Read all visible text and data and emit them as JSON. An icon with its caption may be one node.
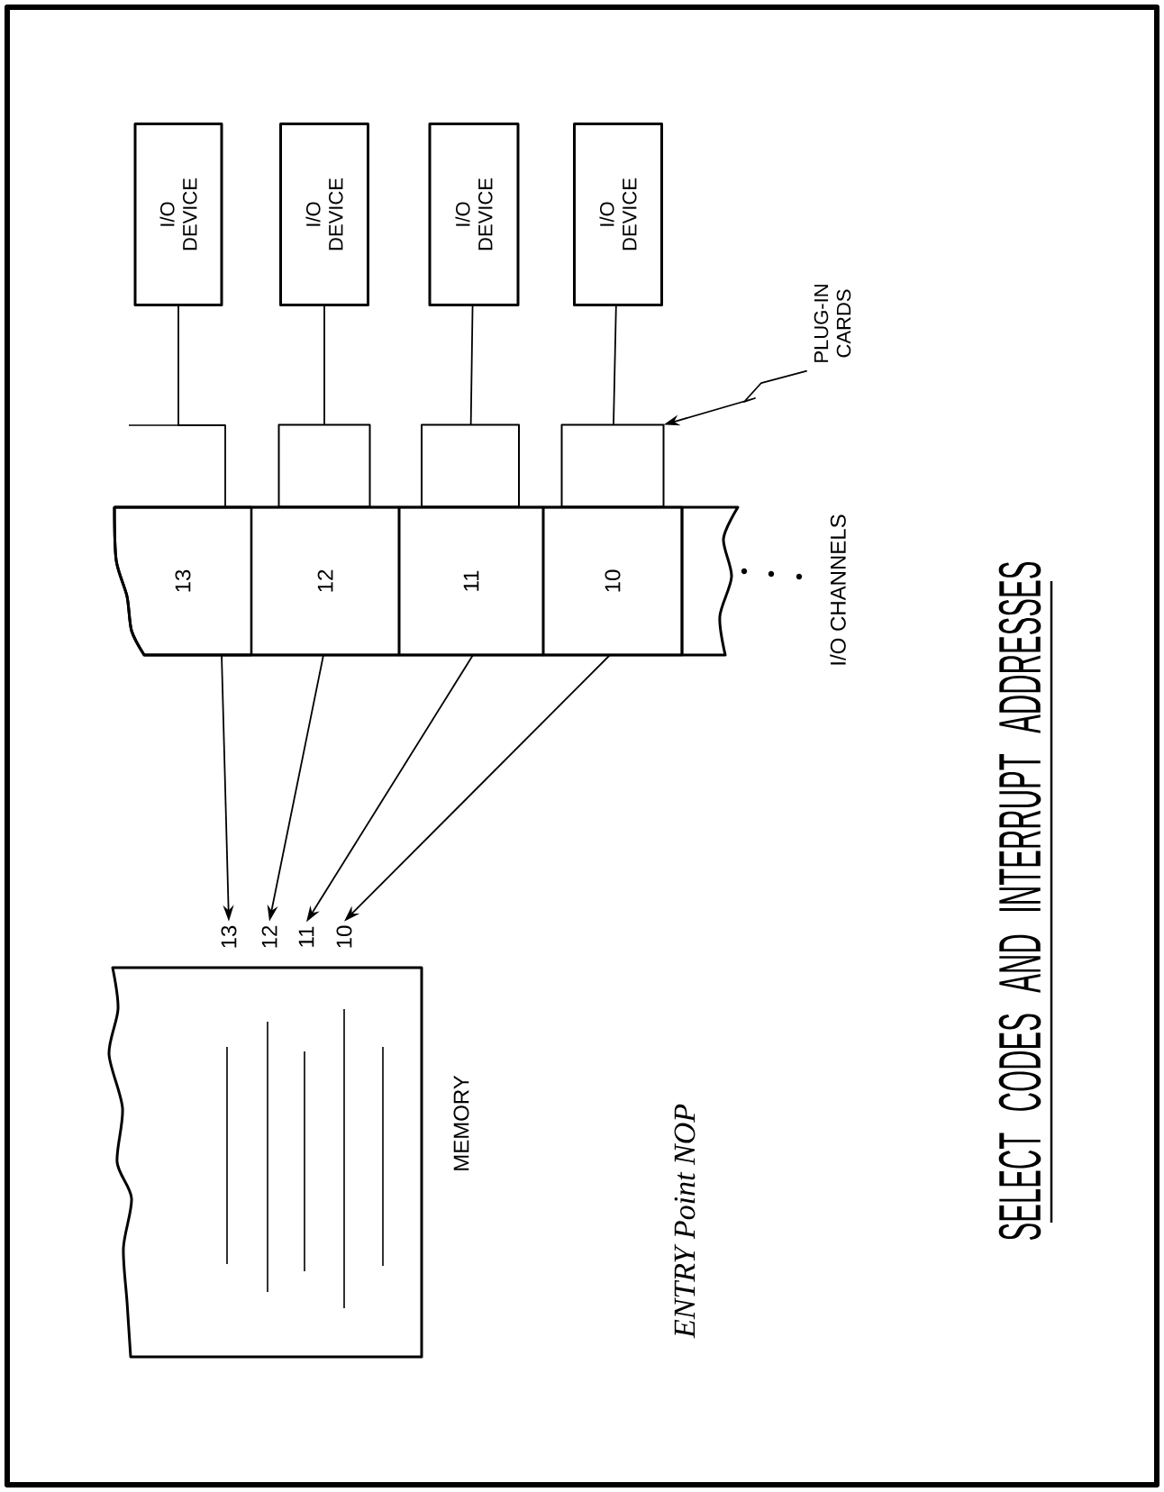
{
  "diagram": {
    "title": "SELECT CODES AND INTERRUPT ADDRESSES",
    "nodes": [
      {
        "text": [
          "I/O DEVICE"
        ]
      },
      {
        "text": [
          "I/O DEVICE"
        ]
      },
      {
        "text": [
          "I/O DEVICE"
        ]
      },
      {
        "text": [
          "I/O DEVICE"
        ]
      },
      {
        "text": [],
        "shape": "box"
      },
      {
        "text": [],
        "shape": "box"
      },
      {
        "text": [],
        "shape": "box"
      },
      {
        "text": [],
        "shape": "bar"
      },
      {
        "text": [
          "13"
        ],
        "in": 7
      },
      {
        "text": [
          "12"
        ],
        "in": 7
      },
      {
        "text": [
          "11"
        ],
        "in": 7
      },
      {
        "text": [
          "10"
        ],
        "in": 7
      },
      {
        "text": [],
        "shape": "box",
        "beside": [
          "MEMORY"
        ]
      },
      {
        "text": [
          "13"
        ]
      },
      {
        "text": [
          "12"
        ]
      },
      {
        "text": [
          "11"
        ]
      },
      {
        "text": [
          "10"
        ]
      },
      {
        "text": [
          "PLUG-IN CARDS"
        ]
      }
    ],
    "edges": [
      {
        "from": 0,
        "to": 8,
        "arrow": "none"
      },
      {
        "from": 1,
        "to": 4,
        "arrow": "none"
      },
      {
        "from": 2,
        "to": 5,
        "arrow": "none"
      },
      {
        "from": 3,
        "to": 6,
        "arrow": "none"
      },
      {
        "from": 8,
        "to": 13,
        "arrow": "to"
      },
      {
        "from": 9,
        "to": 14,
        "arrow": "to"
      },
      {
        "from": 10,
        "to": 15,
        "arrow": "to"
      },
      {
        "from": 11,
        "to": 16,
        "arrow": "to"
      },
      {
        "from": 17,
        "to": 6,
        "arrow": "to"
      }
    ],
    "labels": [
      "I/O CHANNELS",
      "ENTRY Point NOP"
    ]
  }
}
